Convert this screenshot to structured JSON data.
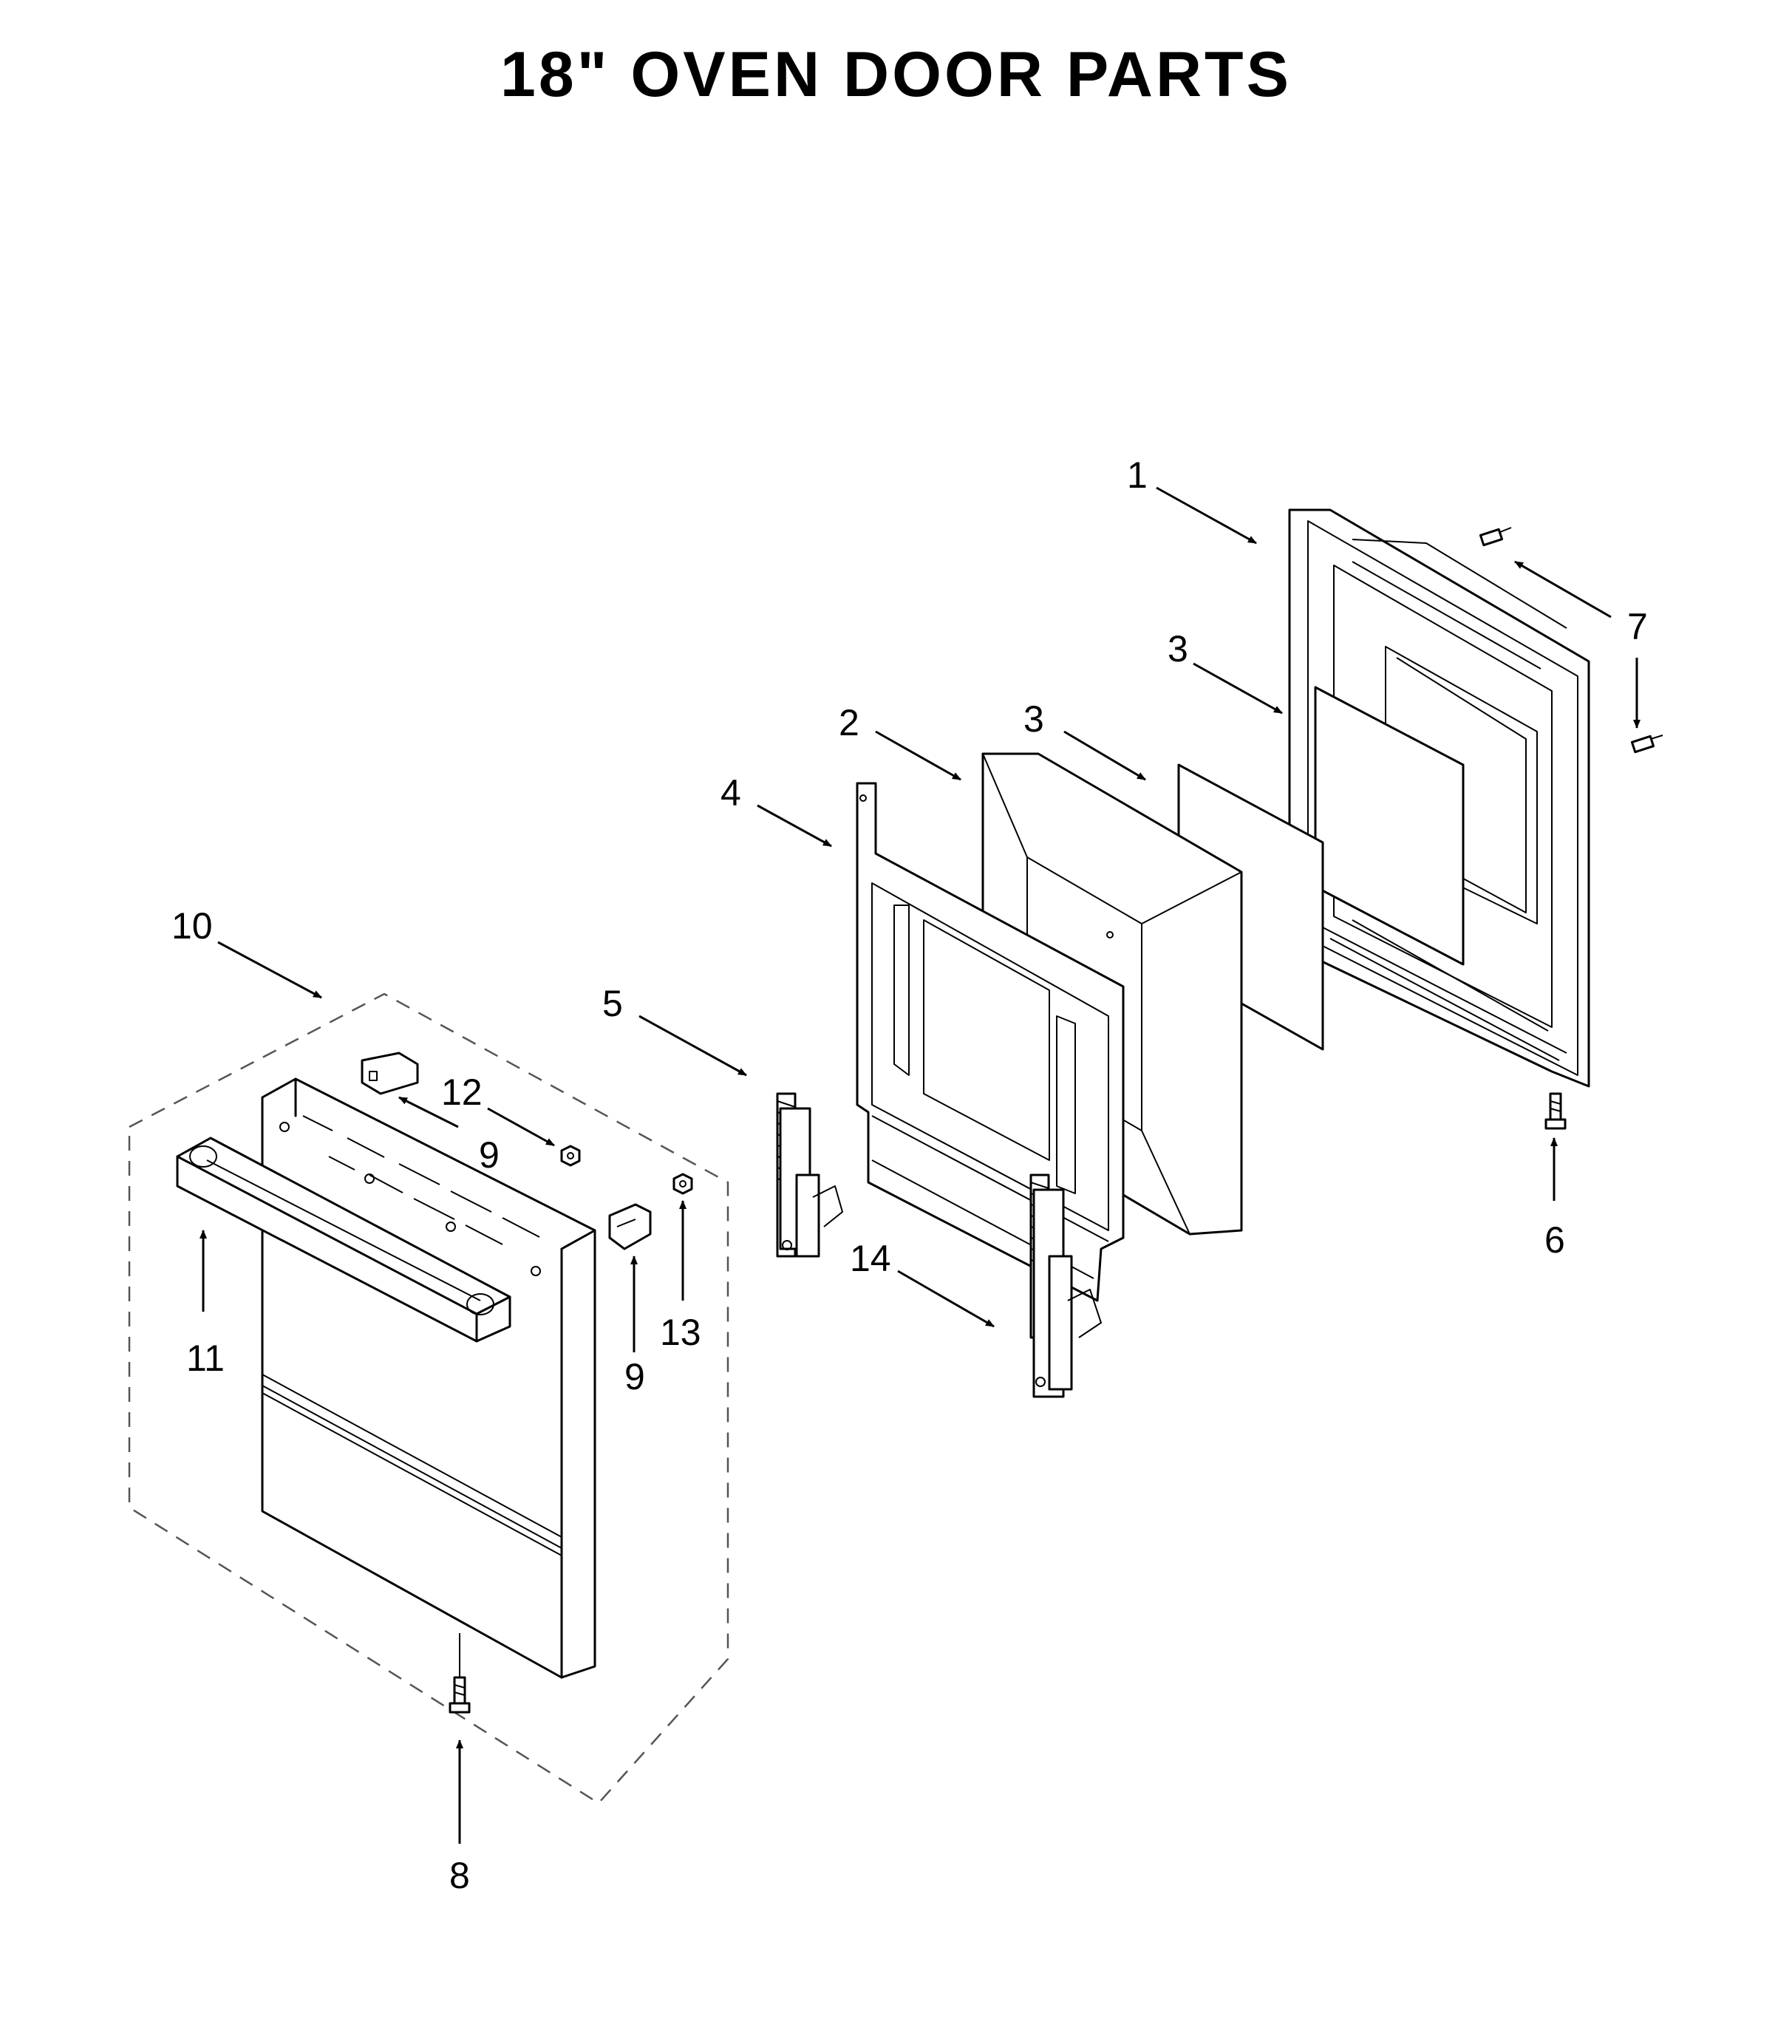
{
  "title": "18\" OVEN DOOR PARTS",
  "callouts": {
    "c1": "1",
    "c2": "2",
    "c3a": "3",
    "c3b": "3",
    "c4": "4",
    "c5": "5",
    "c6": "6",
    "c7": "7",
    "c8": "8",
    "c9a": "9",
    "c9b": "9",
    "c10": "10",
    "c11": "11",
    "c12": "12",
    "c13": "13",
    "c14": "14"
  }
}
